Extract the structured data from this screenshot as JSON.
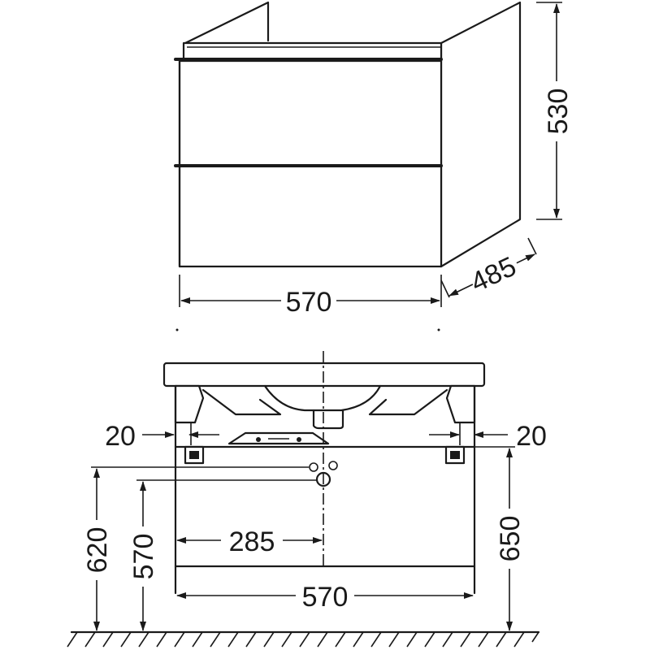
{
  "drawing": {
    "top_view": {
      "width_label": "570",
      "depth_label": "485",
      "height_label": "530"
    },
    "front_view": {
      "left_inset_label": "20",
      "right_inset_label": "20",
      "center_offset_label": "285",
      "width_label": "570",
      "height_620_label": "620",
      "height_570_label": "570",
      "height_650_label": "650"
    }
  }
}
